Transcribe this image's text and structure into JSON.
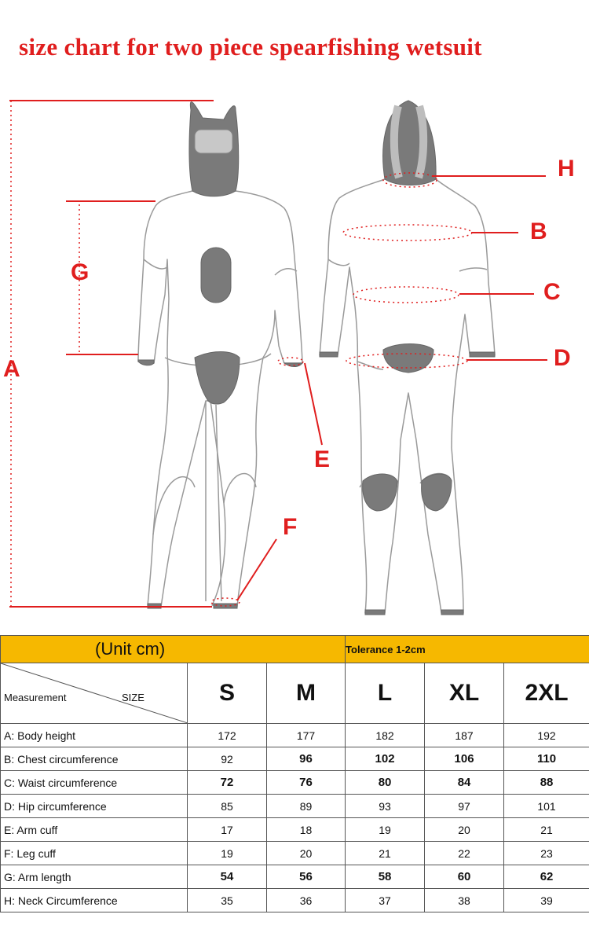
{
  "title": "size chart for two piece spearfishing wetsuit",
  "labels": {
    "A": "A",
    "B": "B",
    "C": "C",
    "D": "D",
    "E": "E",
    "F": "F",
    "G": "G",
    "H": "H"
  },
  "table": {
    "unit": "(Unit cm)",
    "tolerance": "Tolerance 1-2cm",
    "measurement_header": "Measurement",
    "size_header": "SIZE",
    "sizes": [
      "S",
      "M",
      "L",
      "XL",
      "2XL"
    ],
    "rows": [
      {
        "name": "A: Body height",
        "values": [
          "172",
          "177",
          "182",
          "187",
          "192"
        ]
      },
      {
        "name": "B: Chest circumference",
        "values": [
          "92",
          "96",
          "102",
          "106",
          "110"
        ]
      },
      {
        "name": "C: Waist circumference",
        "values": [
          "72",
          "76",
          "80",
          "84",
          "88"
        ]
      },
      {
        "name": "D: Hip circumference",
        "values": [
          "85",
          "89",
          "93",
          "97",
          "101"
        ]
      },
      {
        "name": "E: Arm cuff",
        "values": [
          "17",
          "18",
          "19",
          "20",
          "21"
        ]
      },
      {
        "name": "F: Leg cuff",
        "values": [
          "19",
          "20",
          "21",
          "22",
          "23"
        ]
      },
      {
        "name": "G: Arm length",
        "values": [
          "54",
          "56",
          "58",
          "60",
          "62"
        ]
      },
      {
        "name": "H: Neck Circumference",
        "values": [
          "35",
          "36",
          "37",
          "38",
          "39"
        ]
      }
    ]
  },
  "colors": {
    "accent": "#e01e1e",
    "header": "#f6b800",
    "suit_gray": "#7a7a7a"
  }
}
